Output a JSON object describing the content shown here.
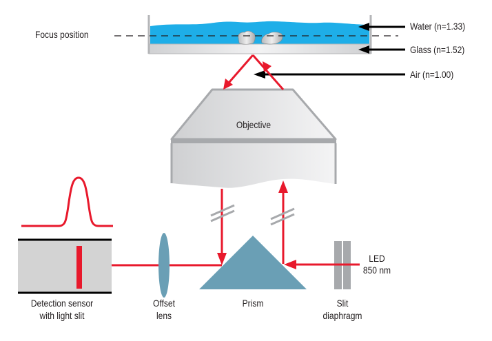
{
  "diagram": {
    "title": "Autofocus optical path",
    "colors": {
      "beam": "#e8192c",
      "water": "#1eaee8",
      "glass": "#dcdcdc",
      "objective": "#d4d5d7",
      "prism": "#6a9fb5",
      "lens": "#6a9fb5",
      "sensor": "#d3d3d3",
      "slit": "#a7a9ac",
      "pointer": "#000000"
    },
    "labels": {
      "focus_position": "Focus position",
      "water": "Water (n=1.33)",
      "glass": "Glass  (n=1.52)",
      "air": "Air  (n=1.00)",
      "objective": "Objective",
      "led_line1": "LED",
      "led_line2": "850 nm",
      "sensor_line1": "Detection sensor",
      "sensor_line2": "with light slit",
      "lens_line1": "Offset",
      "lens_line2": "lens",
      "prism": "Prism",
      "slit_line1": "Slit",
      "slit_line2": "diaphragm"
    }
  }
}
